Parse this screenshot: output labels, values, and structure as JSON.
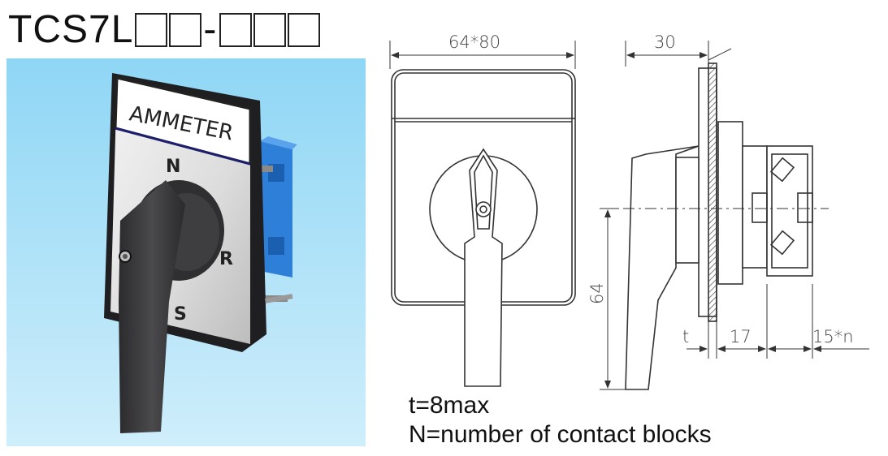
{
  "model": {
    "code": "TCS7L",
    "box_groups": [
      2,
      3
    ],
    "separator": "-"
  },
  "photo": {
    "plate_label": "AMMETER",
    "positions": [
      "N",
      "R",
      "S"
    ],
    "background_top": "#8fd6f5",
    "background_bottom": "#cfeefb",
    "handle_color": "#3c3c3e",
    "contact_block_color": "#2e7fd8"
  },
  "drawing": {
    "front_width": "64*80",
    "side_depth": "30",
    "height": "64",
    "thickness": "t",
    "mount_depth": "17",
    "block_depth": "15*n"
  },
  "notes": {
    "t_note": "t=8max",
    "n_note": "N=number of contact blocks"
  }
}
